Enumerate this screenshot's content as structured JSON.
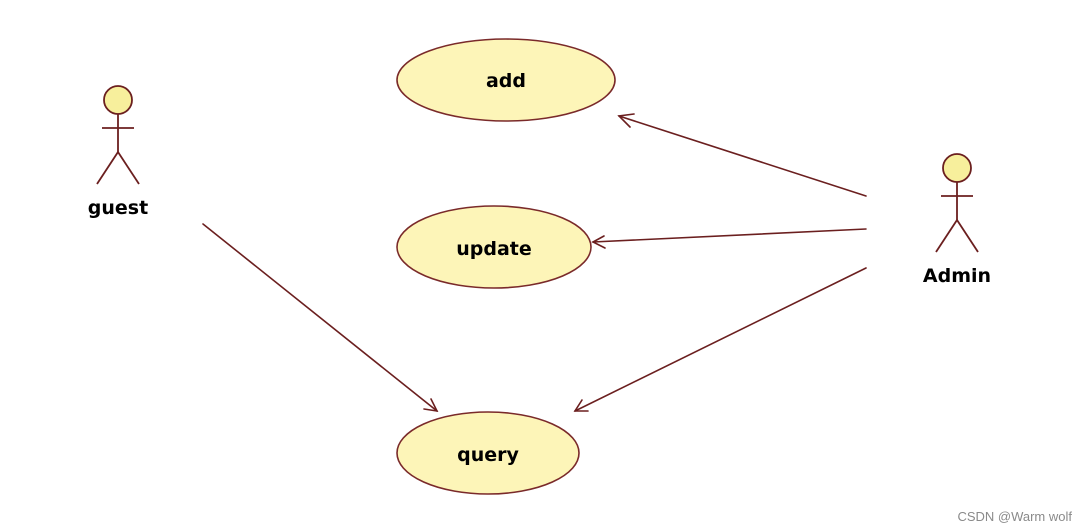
{
  "colors": {
    "use_case_fill": "#fdf5b8",
    "use_case_stroke": "#7a2a2a",
    "actor_head_fill": "#f7ef9c",
    "line": "#6b1f1f"
  },
  "actors": {
    "guest": {
      "label": "guest"
    },
    "admin": {
      "label": "Admin"
    }
  },
  "use_cases": {
    "add": {
      "label": "add"
    },
    "update": {
      "label": "update"
    },
    "query": {
      "label": "query"
    }
  },
  "associations": [
    {
      "from": "Admin",
      "to": "add"
    },
    {
      "from": "Admin",
      "to": "update"
    },
    {
      "from": "Admin",
      "to": "query"
    },
    {
      "from": "guest",
      "to": "query"
    }
  ],
  "watermark": "CSDN @Warm wolf"
}
